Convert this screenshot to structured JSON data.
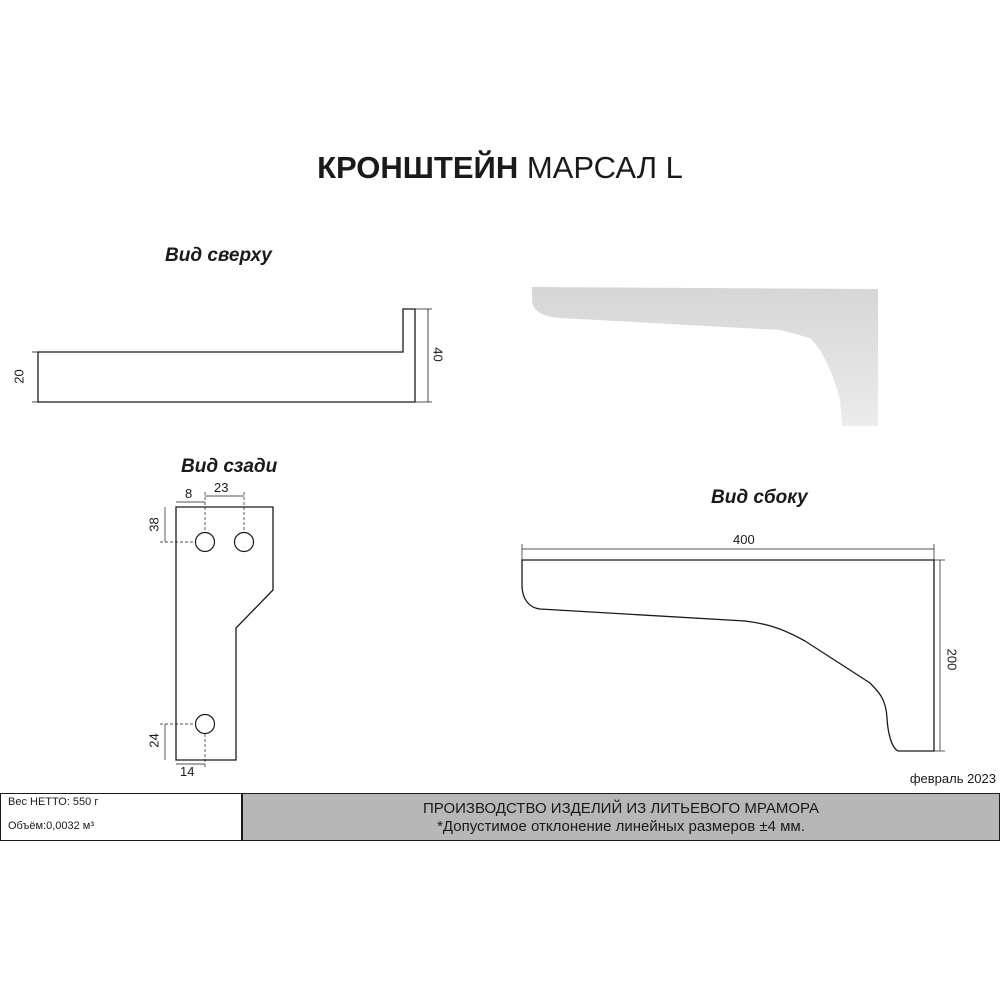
{
  "title": {
    "bold": "КРОНШТЕЙН",
    "rest": "МАРСАЛ L"
  },
  "views": {
    "top": {
      "label": "Вид сверху",
      "dim_height": "20",
      "dim_total": "40"
    },
    "back": {
      "label": "Вид сзади",
      "dim_edge": "8",
      "dim_hole_spacing": "23",
      "dim_top_hole": "38",
      "dim_bottom_hole": "24",
      "dim_bottom_edge": "14"
    },
    "side": {
      "label": "Вид сбоку",
      "dim_length": "400",
      "dim_height": "200"
    }
  },
  "date": "февраль 2023",
  "info": {
    "weight": "Вес НЕТТО: 550 г",
    "volume": "Объём:0,0032 м³"
  },
  "banner": {
    "line1": "ПРОИЗВОДСТВО ИЗДЕЛИЙ ИЗ ЛИТЬЕВОГО МРАМОРА",
    "line2": "*Допустимое отклонение линейных размеров ±4 мм."
  },
  "colors": {
    "line": "#1a1a1a",
    "render_fill": "#e2e2e2",
    "banner_bg": "#b7b7b7"
  }
}
